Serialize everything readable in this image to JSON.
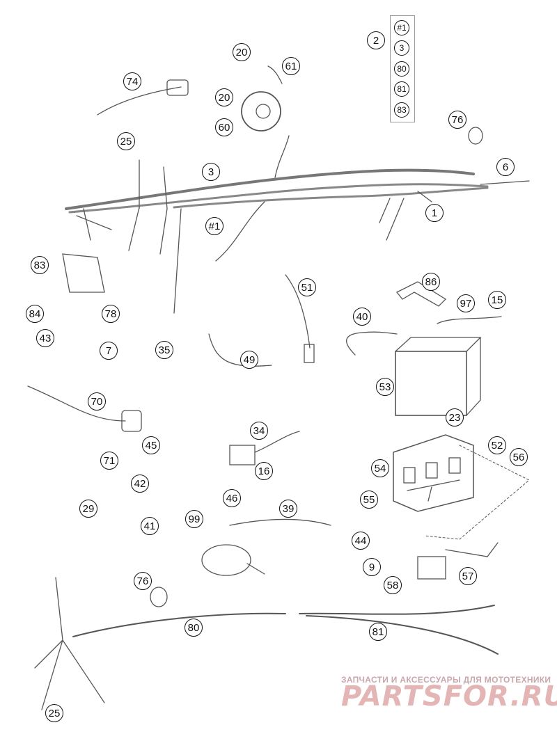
{
  "parts": [
    {
      "id": "p2",
      "label": "2"
    },
    {
      "id": "pk1",
      "label": "#1"
    },
    {
      "id": "pk3",
      "label": "3"
    },
    {
      "id": "pk80",
      "label": "80"
    },
    {
      "id": "pk81",
      "label": "81"
    },
    {
      "id": "pk83",
      "label": "83"
    },
    {
      "id": "p20a",
      "label": "20"
    },
    {
      "id": "p61",
      "label": "61"
    },
    {
      "id": "p74",
      "label": "74"
    },
    {
      "id": "p20b",
      "label": "20"
    },
    {
      "id": "p60",
      "label": "60"
    },
    {
      "id": "p76a",
      "label": "76"
    },
    {
      "id": "p25a",
      "label": "25"
    },
    {
      "id": "p3",
      "label": "3"
    },
    {
      "id": "p6",
      "label": "6"
    },
    {
      "id": "p1",
      "label": "1"
    },
    {
      "id": "h1",
      "label": "#1"
    },
    {
      "id": "p83",
      "label": "83"
    },
    {
      "id": "p51",
      "label": "51"
    },
    {
      "id": "p86",
      "label": "86"
    },
    {
      "id": "p97",
      "label": "97"
    },
    {
      "id": "p15",
      "label": "15"
    },
    {
      "id": "p84",
      "label": "84"
    },
    {
      "id": "p78",
      "label": "78"
    },
    {
      "id": "p43",
      "label": "43"
    },
    {
      "id": "p7",
      "label": "7"
    },
    {
      "id": "p35",
      "label": "35"
    },
    {
      "id": "p40",
      "label": "40"
    },
    {
      "id": "p49",
      "label": "49"
    },
    {
      "id": "p53",
      "label": "53"
    },
    {
      "id": "p70",
      "label": "70"
    },
    {
      "id": "p23",
      "label": "23"
    },
    {
      "id": "p34",
      "label": "34"
    },
    {
      "id": "p45",
      "label": "45"
    },
    {
      "id": "p71",
      "label": "71"
    },
    {
      "id": "p16",
      "label": "16"
    },
    {
      "id": "p52",
      "label": "52"
    },
    {
      "id": "p56",
      "label": "56"
    },
    {
      "id": "p54",
      "label": "54"
    },
    {
      "id": "p42",
      "label": "42"
    },
    {
      "id": "p46",
      "label": "46"
    },
    {
      "id": "p39",
      "label": "39"
    },
    {
      "id": "p29",
      "label": "29"
    },
    {
      "id": "p55",
      "label": "55"
    },
    {
      "id": "p99",
      "label": "99"
    },
    {
      "id": "p41",
      "label": "41"
    },
    {
      "id": "p44",
      "label": "44"
    },
    {
      "id": "p9",
      "label": "9"
    },
    {
      "id": "p57",
      "label": "57"
    },
    {
      "id": "p58",
      "label": "58"
    },
    {
      "id": "p76b",
      "label": "76"
    },
    {
      "id": "p80",
      "label": "80"
    },
    {
      "id": "p81",
      "label": "81"
    },
    {
      "id": "p25b",
      "label": "25"
    }
  ],
  "watermark": {
    "tagline": "ЗАПЧАСТИ И АКСЕССУАРЫ ДЛЯ МОТОТЕХНИКИ",
    "brand": "PARTSFOR.RU"
  },
  "colors": {
    "line": "#555555",
    "ink": "#111111",
    "watermark": "#e4b5b5"
  }
}
